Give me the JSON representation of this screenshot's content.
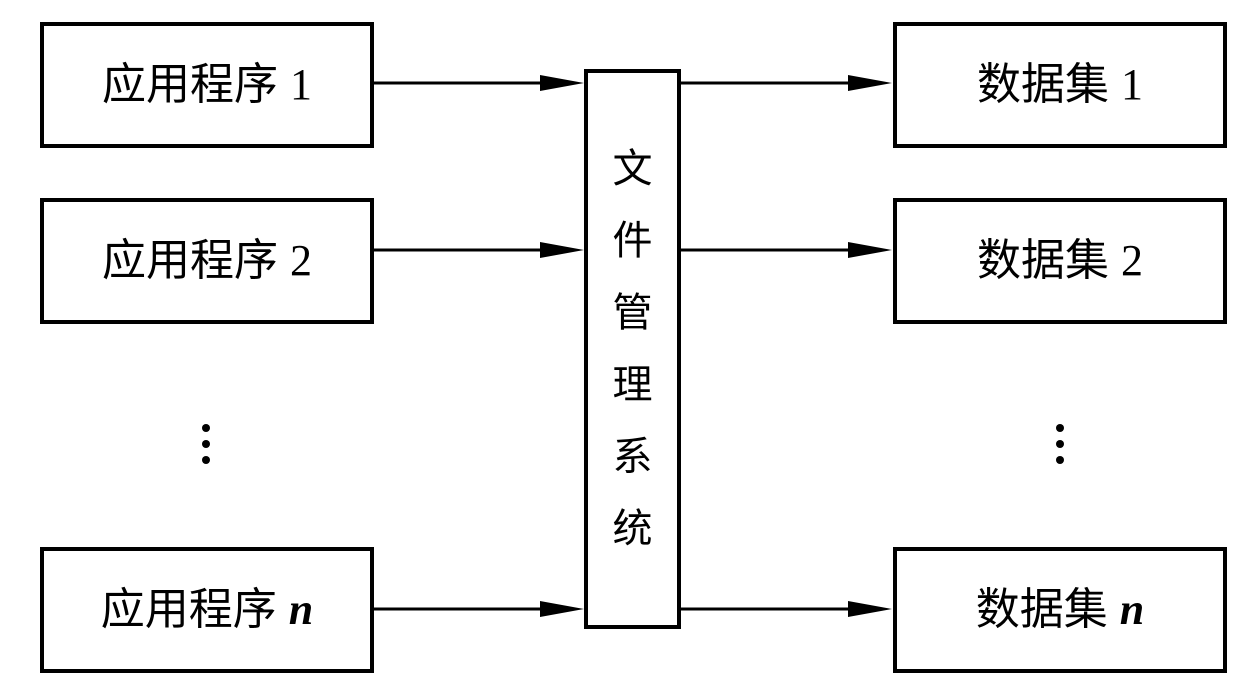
{
  "diagram": {
    "applications": [
      {
        "name": "应用程序",
        "index": "1"
      },
      {
        "name": "应用程序",
        "index": "2"
      },
      {
        "name": "应用程序",
        "index": "n"
      }
    ],
    "file_system": {
      "label": "文件管理系统"
    },
    "datasets": [
      {
        "name": "数据集",
        "index": "1"
      },
      {
        "name": "数据集",
        "index": "2"
      },
      {
        "name": "数据集",
        "index": "n"
      }
    ]
  }
}
